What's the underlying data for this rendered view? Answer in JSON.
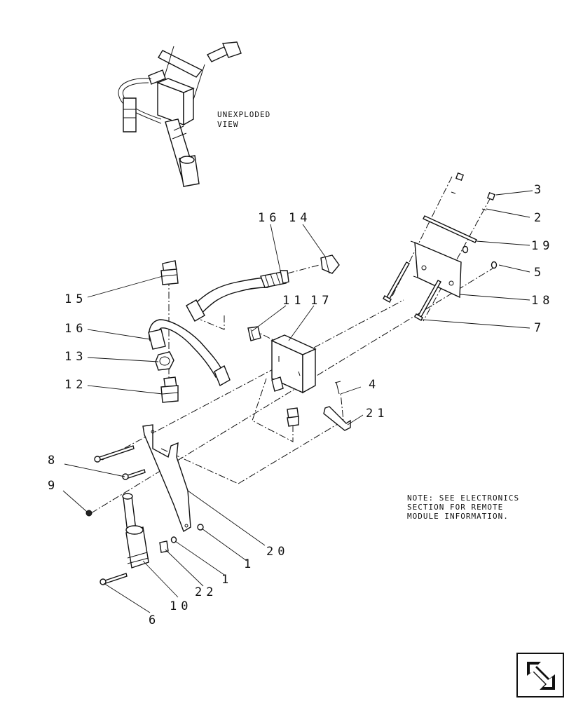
{
  "diagram": {
    "unexploded_label": [
      "UNEXPLODED",
      "VIEW"
    ],
    "note_lines": [
      "NOTE: SEE ELECTRONICS",
      "SECTION FOR REMOTE",
      "MODULE INFORMATION."
    ],
    "callouts": {
      "c1": "1",
      "c1b": "1",
      "c2": "2",
      "c3": "3",
      "c4": "4",
      "c5": "5",
      "c6": "6",
      "c7": "7",
      "c8": "8",
      "c9": "9",
      "c10": "10",
      "c11": "11",
      "c12": "12",
      "c13": "13",
      "c14": "14",
      "c15": "15",
      "c16": "16",
      "c17": "17",
      "c18": "18",
      "c19": "19",
      "c20": "20",
      "c21": "21",
      "c22": "22"
    }
  },
  "nav": {
    "icon": "return-arrow-icon"
  }
}
